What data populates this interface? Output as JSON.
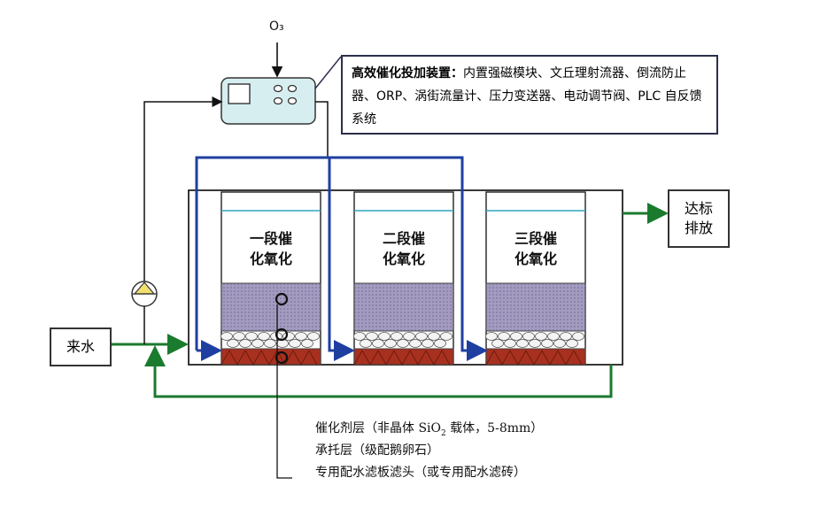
{
  "ozone_label": "O₃",
  "callout": {
    "title": "高效催化投加装置：",
    "text": "内置强磁模块、文丘理射流器、倒流防止器、ORP、涡街流量计、压力变送器、电动调节阀、PLC 自反馈系统"
  },
  "inlet_label": "来水",
  "outlet": {
    "line1": "达标",
    "line2": "排放"
  },
  "stages": [
    {
      "line1": "一段催",
      "line2": "化氧化"
    },
    {
      "line1": "二段催",
      "line2": "化氧化"
    },
    {
      "line1": "三段催",
      "line2": "化氧化"
    }
  ],
  "legend": {
    "catalyst_prefix": "催化剂层（非晶体 SiO",
    "catalyst_sub": "2",
    "catalyst_suffix": " 载体，5-8mm）",
    "support": "承托层（级配鹅卵石）",
    "filter": "专用配水滤板滤头（或专用配水滤砖）"
  },
  "colors": {
    "blue_pipe": "#1f3fa0",
    "green_pipe": "#1a7a2e",
    "catalyst": "#9b93b8",
    "filter_plate": "#a8301e",
    "water_line": "#2fa6c0",
    "dosing_unit": "#d7eef0"
  }
}
